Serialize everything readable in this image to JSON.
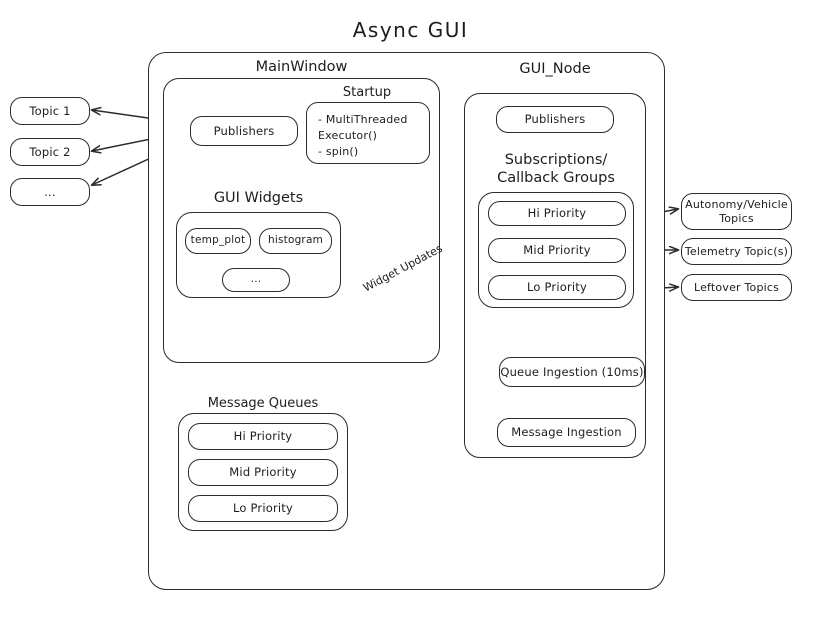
{
  "diagram": {
    "title": "Async  GUI",
    "background": "#ffffff",
    "stroke": "#2b2b2b"
  },
  "external_topics": {
    "left": [
      {
        "label": "Topic 1"
      },
      {
        "label": "Topic 2"
      },
      {
        "label": "..."
      }
    ],
    "right": [
      {
        "label": "Autonomy/Vehicle\nTopics"
      },
      {
        "label": "Telemetry Topic(s)"
      },
      {
        "label": "Leftover Topics"
      }
    ]
  },
  "main_window": {
    "caption": "MainWindow",
    "publishers": {
      "label": "Publishers"
    },
    "startup": {
      "caption": "Startup",
      "items": "- MultiThreaded\n   Executor()\n- spin()"
    },
    "gui_widgets": {
      "caption": "GUI Widgets",
      "widgets": [
        {
          "label": "temp_plot"
        },
        {
          "label": "histogram"
        },
        {
          "label": "..."
        }
      ]
    }
  },
  "message_queues": {
    "caption": "Message Queues",
    "queues": [
      {
        "label": "Hi Priority"
      },
      {
        "label": "Mid Priority"
      },
      {
        "label": "Lo Priority"
      }
    ]
  },
  "gui_node": {
    "caption": "GUI_Node",
    "publishers": {
      "label": "Publishers"
    },
    "subscriptions": {
      "caption": "Subscriptions/\nCallback Groups",
      "groups": [
        {
          "label": "Hi Priority"
        },
        {
          "label": "Mid Priority"
        },
        {
          "label": "Lo Priority"
        }
      ]
    },
    "queue_ingestion": {
      "label": "Queue Ingestion (10ms)"
    },
    "message_ingestion": {
      "label": "Message Ingestion"
    }
  },
  "edges": {
    "widget_updates": "Widget Updates"
  }
}
